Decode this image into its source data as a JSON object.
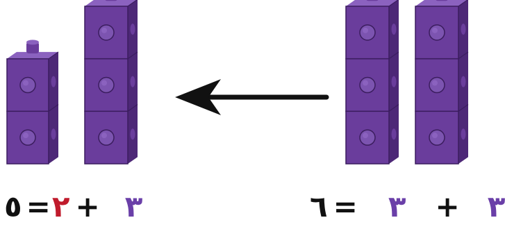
{
  "colors": {
    "cube_front": "#6a3d9c",
    "cube_side": "#4d2877",
    "cube_top": "#8b62bf",
    "cube_dark": "#3b1d5e",
    "cube_bump": "#7c54b0",
    "arrow": "#111111",
    "purple_digit": "#6a3fa8",
    "red_digit": "#c01b2c",
    "black": "#111111"
  },
  "left_group": {
    "towers": [
      {
        "cubes": 2
      },
      {
        "cubes": 3
      }
    ],
    "equation": {
      "result": "٥",
      "equals": "=",
      "addend_red": "٢",
      "plus": "+",
      "addend_purple": "٣"
    }
  },
  "right_group": {
    "towers": [
      {
        "cubes": 3
      },
      {
        "cubes": 3
      }
    ],
    "equation": {
      "result": "٦",
      "equals": "=",
      "addend_1": "٣",
      "plus": "+",
      "addend_2": "٣"
    }
  },
  "arrow": {
    "direction": "left",
    "icon": "arrow-left-icon"
  }
}
